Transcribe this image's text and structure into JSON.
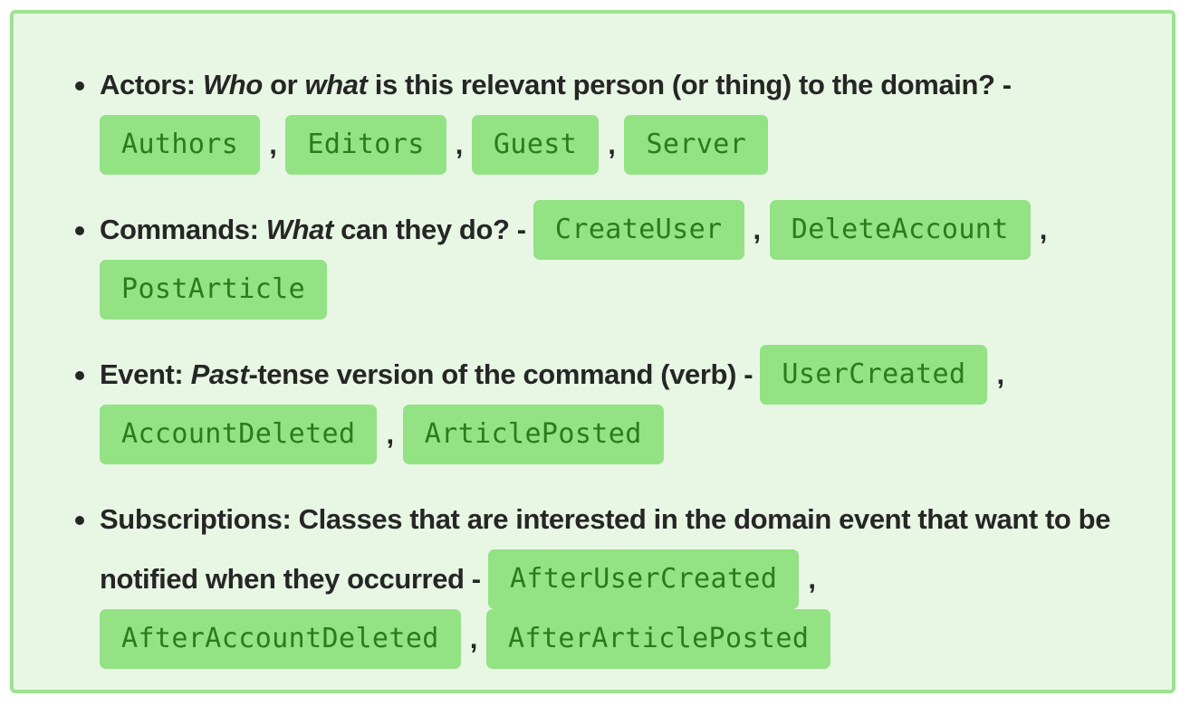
{
  "items": [
    {
      "label": "Actors:",
      "q_who": "Who",
      "q_or": "or",
      "q_what": "what",
      "q_rest": "is this relevant person (or thing) to the domain? -",
      "codes": [
        "Authors",
        "Editors",
        "Guest",
        "Server"
      ]
    },
    {
      "label": "Commands:",
      "q_what": "What",
      "q_rest": "can they do? -",
      "codes": [
        "CreateUser",
        "DeleteAccount",
        "PostArticle"
      ]
    },
    {
      "label": "Event:",
      "q_past": "Past",
      "q_rest": "-tense version of the command (verb) -",
      "codes": [
        "UserCreated",
        "AccountDeleted",
        "ArticlePosted"
      ]
    },
    {
      "label": "Subscriptions:",
      "q_rest": "Classes that are interested in the domain event that want to be notified when they occurred -",
      "codes": [
        "AfterUserCreated",
        "AfterAccountDeleted",
        "AfterArticlePosted"
      ]
    }
  ],
  "separator": ","
}
